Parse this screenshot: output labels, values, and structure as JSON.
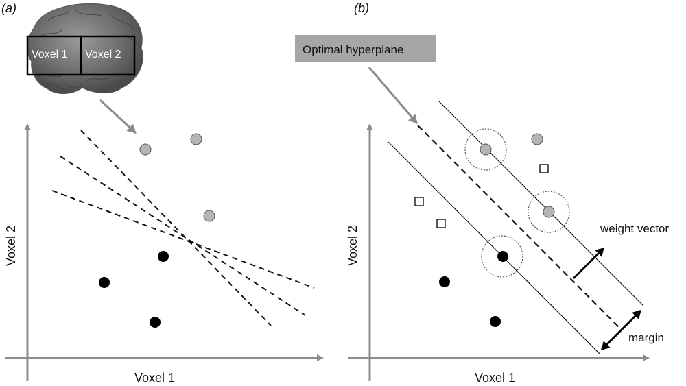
{
  "panel_a": {
    "label": "(a)",
    "brain": {
      "voxel1_label": "Voxel 1",
      "voxel2_label": "Voxel 2"
    },
    "x_axis_label": "Voxel 1",
    "y_axis_label": "Voxel 2",
    "class_gray_points": 3,
    "class_black_points": 3,
    "candidate_boundaries": 3
  },
  "panel_b": {
    "label": "(b)",
    "callout": "Optimal hyperplane",
    "x_axis_label": "Voxel 1",
    "y_axis_label": "Voxel 2",
    "weight_vector_label": "weight vector",
    "margin_label": "margin",
    "class_gray_points": 3,
    "class_black_points": 3,
    "class_square_points": 3,
    "support_vectors": 3
  },
  "colors": {
    "axis": "#8c8c8c",
    "arrow": "#8a8a8a",
    "gray_point": "#b4b4b4",
    "black_point": "#000000",
    "callout_box": "#a6a6a6",
    "boundary": "#111111"
  }
}
